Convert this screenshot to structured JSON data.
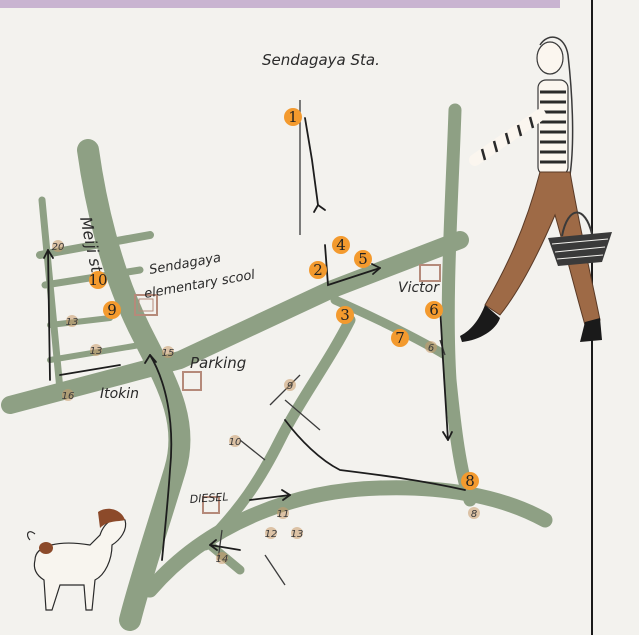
{
  "labels": {
    "station": "Sendagaya Sta.",
    "meiji": "Meiji st.",
    "school_line1": "Sendagaya",
    "school_line2": "elementary scool",
    "parking": "Parking",
    "itokin": "Itokin",
    "victor": "Victor",
    "diesel": "DIESEL"
  },
  "stops": [
    "1",
    "2",
    "3",
    "4",
    "5",
    "6",
    "7",
    "8",
    "9",
    "10"
  ],
  "small_numbers": [
    "20",
    "13",
    "13",
    "16",
    "15",
    "9",
    "10",
    "6",
    "8",
    "11",
    "12",
    "13",
    "14"
  ],
  "colors": {
    "road": "#8ea084",
    "road_edge": "#6f8266",
    "stop": "#f39a2e",
    "route": "#1d1d1d",
    "paper": "#f3f2ee",
    "building": "#b58a7a"
  },
  "icons": [
    "walking-woman-icon",
    "dog-icon",
    "basket-icon"
  ]
}
